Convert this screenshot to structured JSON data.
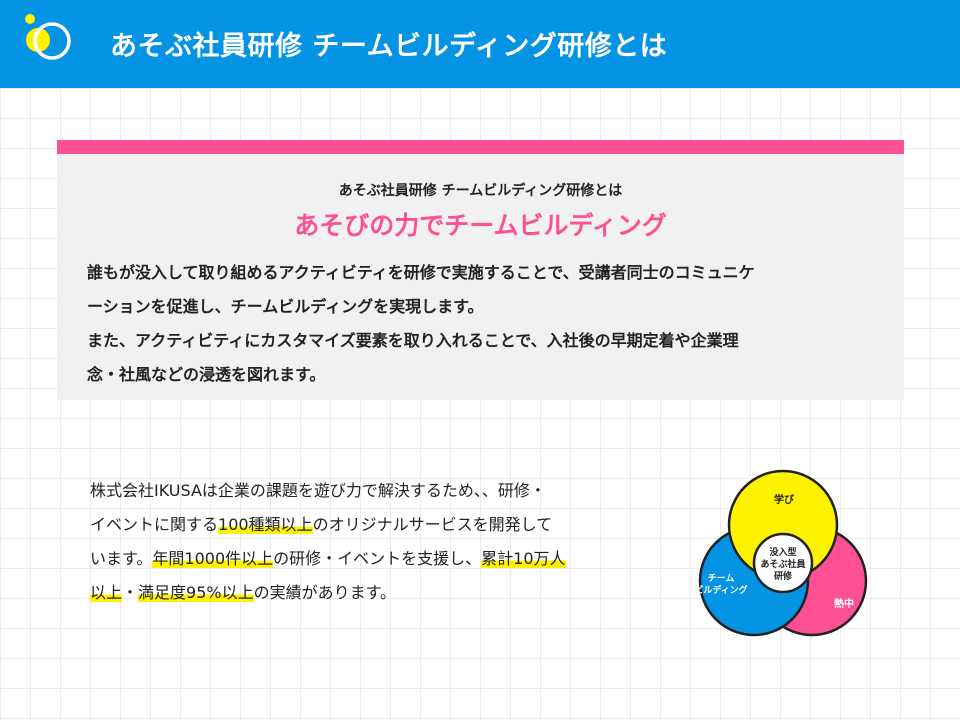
{
  "header": {
    "title": "あそぶ社員研修 チームビルディング研修とは"
  },
  "card": {
    "subtitle": "あそぶ社員研修 チームビルディング研修とは",
    "heading": "あそびの力でチームビルディング",
    "lines": [
      "誰もが没入して取り組めるアクティビティを研修で実施することで、受講者同士のコミュニケ",
      "ーションを促進し、チームビルディングを実現します。",
      "また、アクティビティにカスタマイズ要素を取り入れることで、入社後の早期定着や企業理",
      "念・社風などの浸透を図れます。"
    ]
  },
  "intro": {
    "t1": "株式会社IKUSAは企業の課題を遊び力で解決するため、、研修・",
    "t2": "イベントに関する",
    "h1": "100種類以上",
    "t3": "のオリジナルサービスを開発して",
    "t4": "います。",
    "h2": "年間1000件以上",
    "t5": "の研修・イベントを支援し、",
    "h3": "累計10万人",
    "h4": "以上",
    "t6": "・",
    "h5": "満足度95%以上",
    "t7": "の実績があります。"
  },
  "venn": {
    "top_label": "学び",
    "left_label_1": "チーム",
    "left_label_2": "ビルディング",
    "right_label": "熱中",
    "center_label_1": "没入型",
    "center_label_2": "あそぶ社員",
    "center_label_3": "研修",
    "colors": {
      "top": "#fff200",
      "left": "#0593e3",
      "right": "#fc4f94"
    }
  }
}
